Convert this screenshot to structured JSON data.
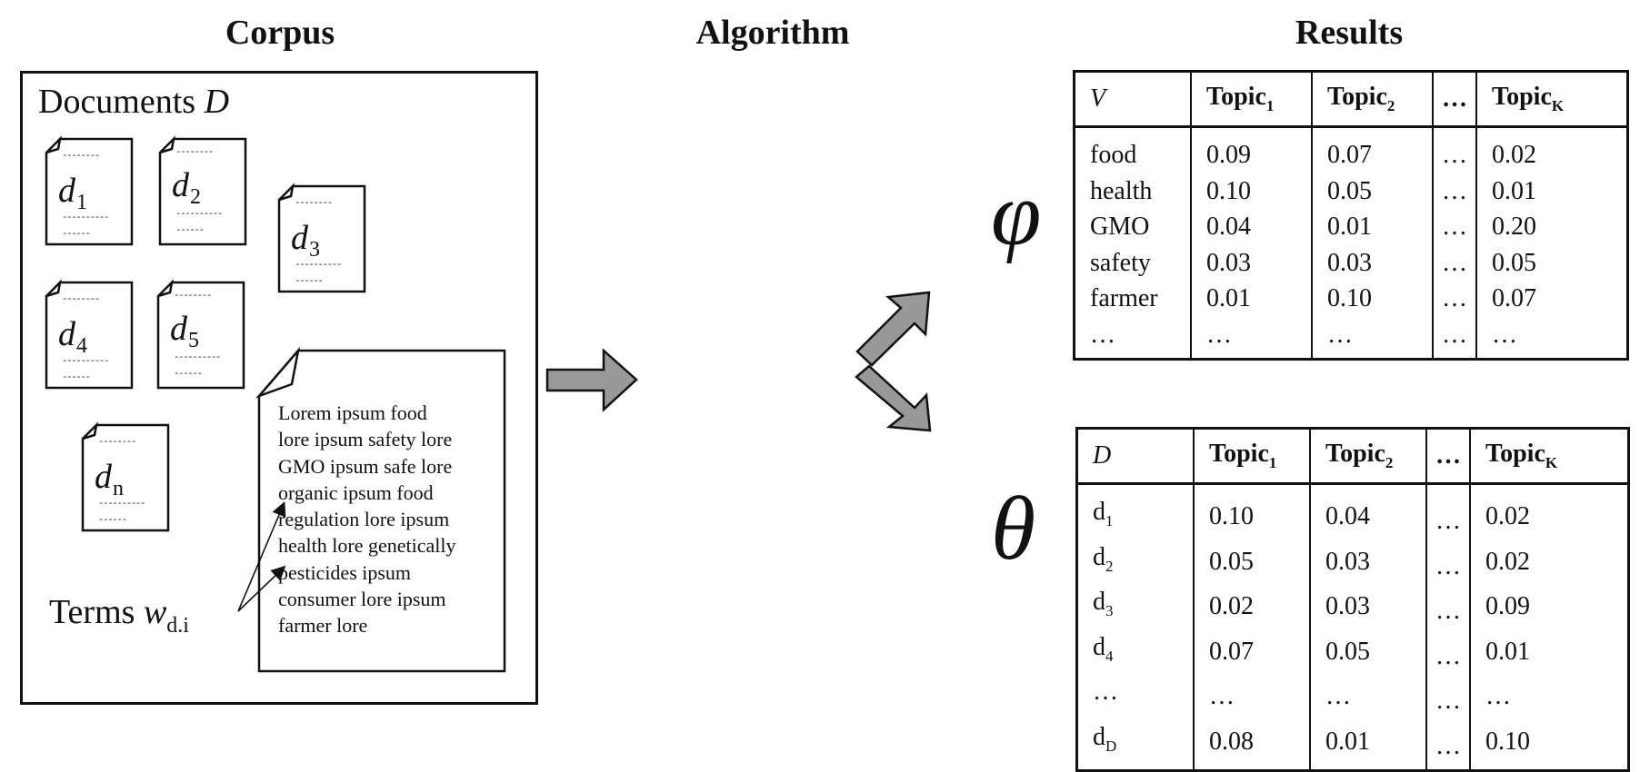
{
  "titles": {
    "corpus": "Corpus",
    "algorithm": "Algorithm",
    "results": "Results"
  },
  "corpus": {
    "documents_label": "Documents",
    "documents_symbol": "D",
    "documents": [
      {
        "letter": "d",
        "sub": "1"
      },
      {
        "letter": "d",
        "sub": "2"
      },
      {
        "letter": "d",
        "sub": "3"
      },
      {
        "letter": "d",
        "sub": "4"
      },
      {
        "letter": "d",
        "sub": "5"
      },
      {
        "letter": "d",
        "sub": "n"
      }
    ],
    "dash_short": "--------",
    "dash_long": "----------",
    "dash_tiny": "------",
    "sample_text_lines": [
      "Lorem ipsum food",
      "lore ipsum safety lore",
      "GMO ipsum safe lore",
      "organic ipsum food",
      "regulation lore ipsum",
      "health lore genetically",
      "pesticides ipsum",
      "consumer lore ipsum",
      "farmer lore"
    ],
    "terms_label": "Terms",
    "terms_symbol": "w",
    "terms_sub": "d.i"
  },
  "results": {
    "phi_symbol": "φ",
    "theta_symbol": "θ",
    "phi_table": {
      "header": {
        "var": "V",
        "topic": "Topic",
        "t1_sub": "1",
        "t2_sub": "2",
        "dots": "…",
        "tk_sub": "K"
      },
      "rows": [
        {
          "label": "food",
          "t1": "0.09",
          "t2": "0.07",
          "dots": "…",
          "tk": "0.02"
        },
        {
          "label": "health",
          "t1": "0.10",
          "t2": "0.05",
          "dots": "…",
          "tk": "0.01"
        },
        {
          "label": "GMO",
          "t1": "0.04",
          "t2": "0.01",
          "dots": "…",
          "tk": "0.20"
        },
        {
          "label": "safety",
          "t1": "0.03",
          "t2": "0.03",
          "dots": "…",
          "tk": "0.05"
        },
        {
          "label": "farmer",
          "t1": "0.01",
          "t2": "0.10",
          "dots": "…",
          "tk": "0.07"
        },
        {
          "label": "…",
          "t1": "…",
          "t2": "…",
          "dots": "…",
          "tk": "…"
        }
      ]
    },
    "theta_table": {
      "header": {
        "var": "D",
        "topic": "Topic",
        "t1_sub": "1",
        "t2_sub": "2",
        "dots": "…",
        "tk_sub": "K"
      },
      "rows": [
        {
          "label": "d",
          "label_sub": "1",
          "t1": "0.10",
          "t2": "0.04",
          "dots": "…",
          "tk": "0.02"
        },
        {
          "label": "d",
          "label_sub": "2",
          "t1": "0.05",
          "t2": "0.03",
          "dots": "…",
          "tk": "0.02"
        },
        {
          "label": "d",
          "label_sub": "3",
          "t1": "0.02",
          "t2": "0.03",
          "dots": "…",
          "tk": "0.09"
        },
        {
          "label": "d",
          "label_sub": "4",
          "t1": "0.07",
          "t2": "0.05",
          "dots": "…",
          "tk": "0.01"
        },
        {
          "label": "…",
          "label_sub": "",
          "t1": "…",
          "t2": "…",
          "dots": "…",
          "tk": "…"
        },
        {
          "label": "d",
          "label_sub": "D",
          "t1": "0.08",
          "t2": "0.01",
          "dots": "…",
          "tk": "0.10"
        }
      ]
    }
  },
  "colors": {
    "arrow_fill": "#999999",
    "stroke": "#111111"
  }
}
